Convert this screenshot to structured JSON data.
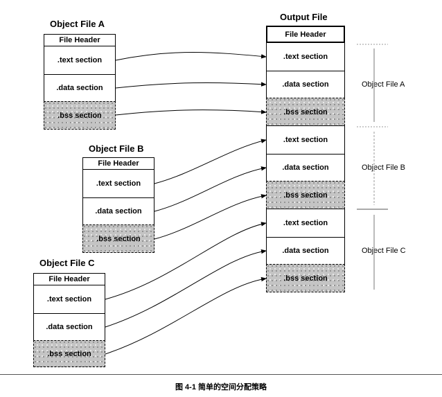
{
  "object_files": [
    {
      "title": "Object File A",
      "sections": {
        "header": "File Header",
        "text": ".text section",
        "data": ".data section",
        "bss": ".bss section"
      }
    },
    {
      "title": "Object File B",
      "sections": {
        "header": "File Header",
        "text": ".text section",
        "data": ".data section",
        "bss": ".bss section"
      }
    },
    {
      "title": "Object File C",
      "sections": {
        "header": "File Header",
        "text": ".text section",
        "data": ".data section",
        "bss": ".bss section"
      }
    }
  ],
  "output_file": {
    "title": "Output File",
    "header": "File Header",
    "groups": [
      {
        "label": "Object File A",
        "text": ".text section",
        "data": ".data section",
        "bss": ".bss section"
      },
      {
        "label": "Object File B",
        "text": ".text section",
        "data": ".data section",
        "bss": ".bss section"
      },
      {
        "label": "Object File C",
        "text": ".text section",
        "data": ".data section",
        "bss": ".bss section"
      }
    ]
  },
  "caption": "图 4-1   简单的空间分配策略"
}
